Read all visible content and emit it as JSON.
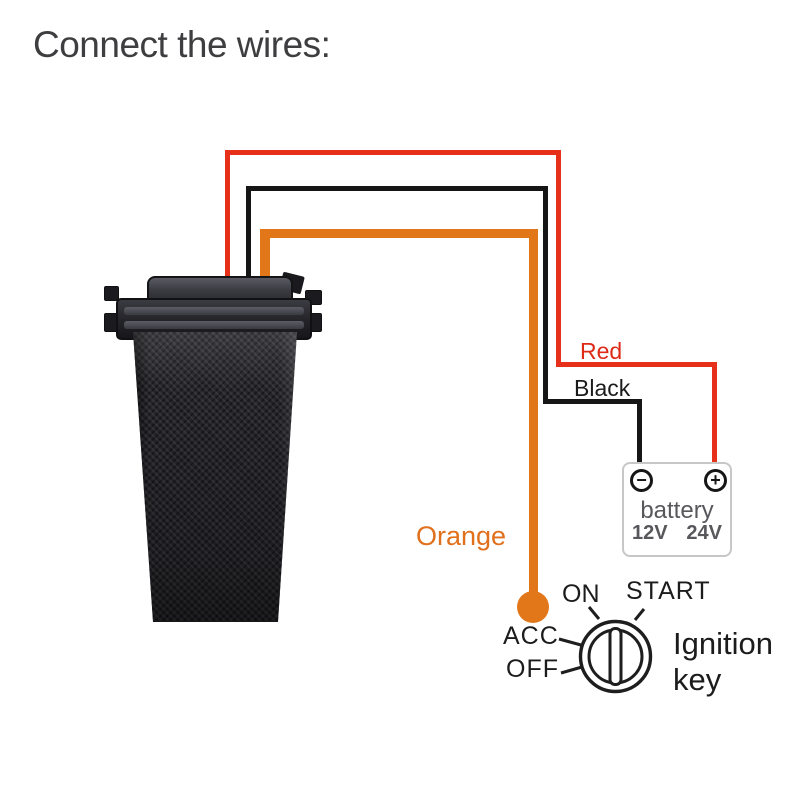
{
  "title": "Connect the wires:",
  "wires": {
    "red_label": "Red",
    "black_label": "Black",
    "orange_label": "Orange",
    "red_color": "#e73019",
    "black_color": "#161616",
    "orange_color": "#e2771a"
  },
  "battery": {
    "minus_symbol": "−",
    "plus_symbol": "+",
    "label": "battery",
    "voltage_left": "12V",
    "voltage_right": "24V"
  },
  "ignition": {
    "position_on": "ON",
    "position_start": "START",
    "position_acc": "ACC",
    "position_off": "OFF",
    "label_line1": "Ignition",
    "label_line2": "key"
  }
}
